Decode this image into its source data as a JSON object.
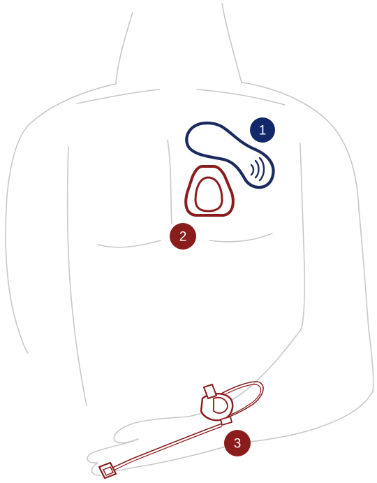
{
  "colors": {
    "body_outline": "#c8c8c8",
    "patch_navy": "#1b2a5e",
    "device_red": "#8a1c1c"
  },
  "markers": [
    {
      "label": "1",
      "color": "#12286a",
      "icon": "chest-sensor-patch-icon"
    },
    {
      "label": "2",
      "color": "#8a1c1c",
      "icon": "chest-electrode-icon"
    },
    {
      "label": "3",
      "color": "#8a1c1c",
      "icon": "wrist-sensor-cable-icon"
    }
  ]
}
